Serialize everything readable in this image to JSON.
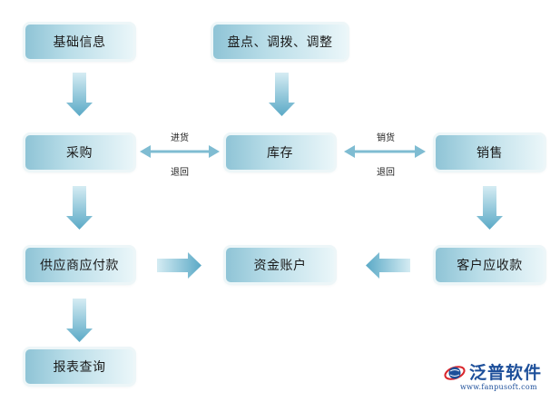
{
  "nodes": {
    "basic_info": "基础信息",
    "inventory_adjust": "盘点、调拨、调整",
    "purchase": "采购",
    "stock": "库存",
    "sales": "销售",
    "supplier_payment": "供应商应付款",
    "fund_account": "资金账户",
    "customer_receivable": "客户应收款",
    "report_query": "报表查询"
  },
  "edge_labels": {
    "purchase_in": "进货",
    "purchase_return": "退回",
    "sales_out": "销货",
    "sales_return": "退回"
  },
  "logo": {
    "name": "泛普软件",
    "url": "www.fanpusoft.com",
    "icon": "globe-swoosh-icon"
  },
  "colors": {
    "node_fill": "#8fc4d6",
    "arrow": "#5aa9c6"
  }
}
